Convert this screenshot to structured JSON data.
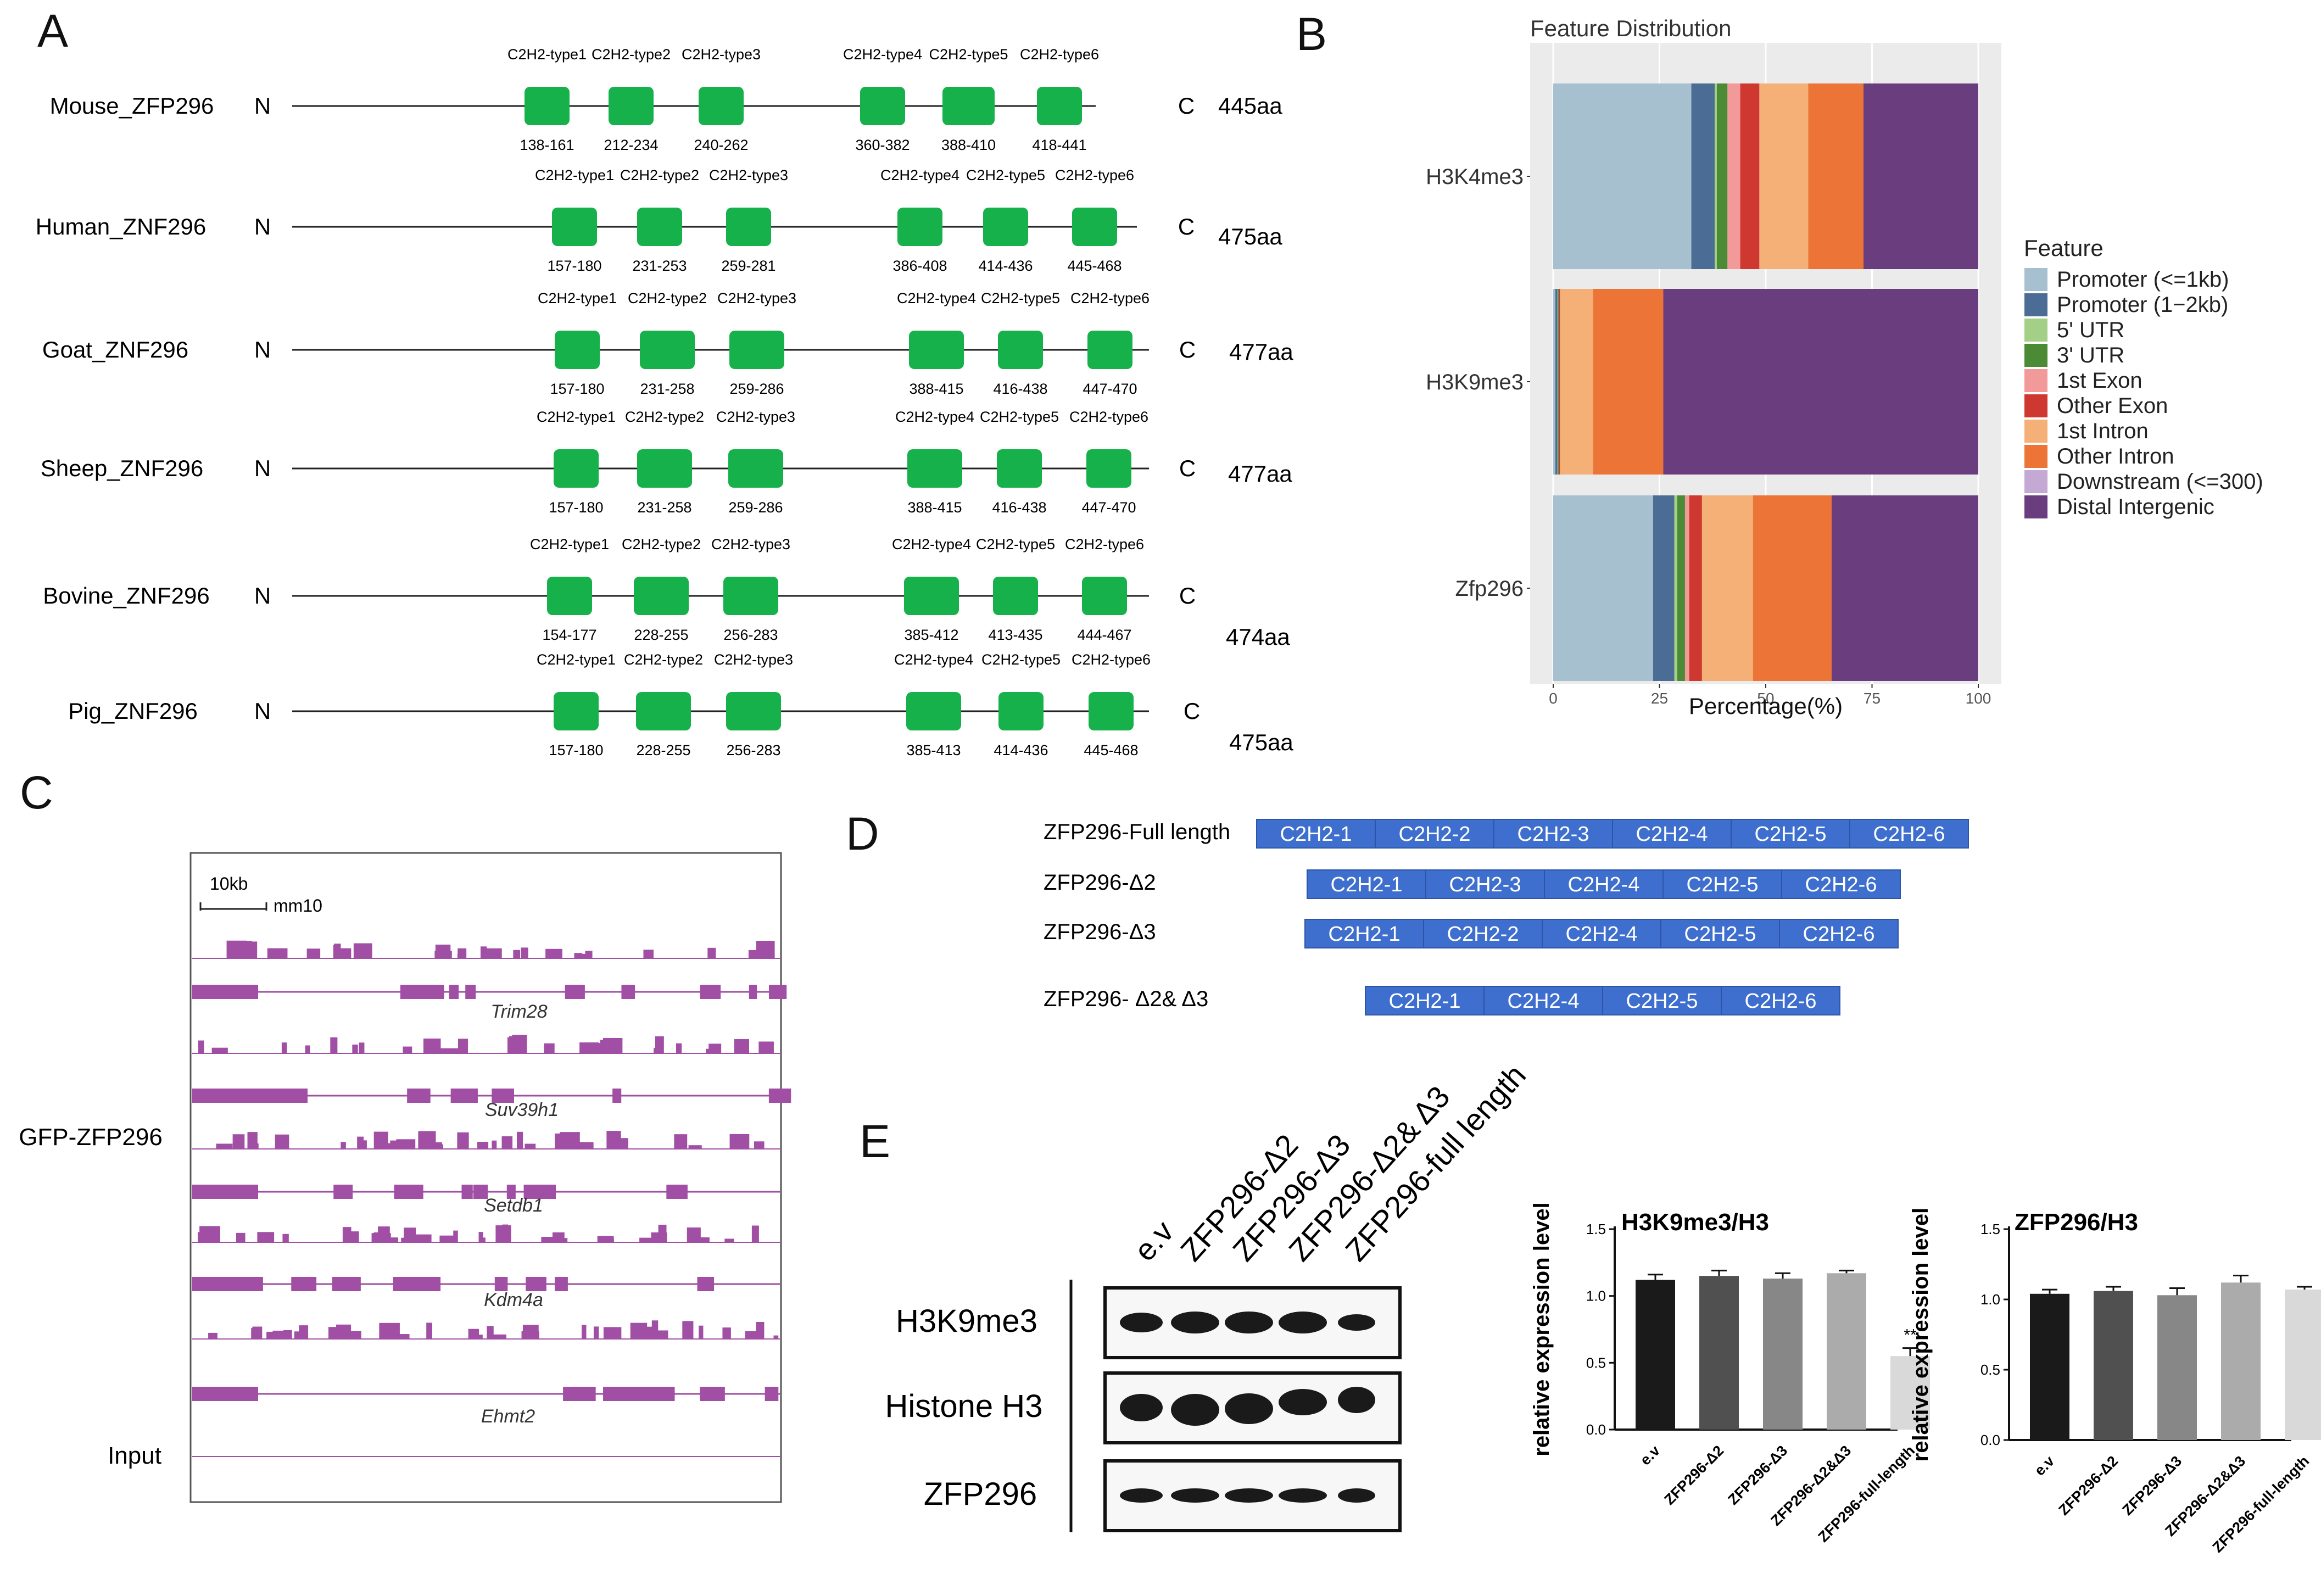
{
  "panels": {
    "A": "A",
    "B": "B",
    "C": "C",
    "D": "D",
    "E": "E"
  },
  "panelA": {
    "n_label": "N",
    "c_label": "C",
    "rows": [
      {
        "name": "Mouse_ZFP296",
        "length": "445aa",
        "domain_labels": [
          "C2H2-type1",
          "C2H2-type2",
          "C2H2-type3",
          "C2H2-type4",
          "C2H2-type5",
          "C2H2-type6"
        ],
        "ranges": [
          "138-161",
          "212-234",
          "240-262",
          "360-382",
          "388-410",
          "418-441"
        ]
      },
      {
        "name": "Human_ZNF296",
        "length": "475aa",
        "domain_labels": [
          "C2H2-type1",
          "C2H2-type2",
          "C2H2-type3",
          "C2H2-type4",
          "C2H2-type5",
          "C2H2-type6"
        ],
        "ranges": [
          "157-180",
          "231-253",
          "259-281",
          "386-408",
          "414-436",
          "445-468"
        ]
      },
      {
        "name": "Goat_ZNF296",
        "length": "477aa",
        "domain_labels": [
          "C2H2-type1",
          "C2H2-type2",
          "C2H2-type3",
          "C2H2-type4",
          "C2H2-type5",
          "C2H2-type6"
        ],
        "ranges": [
          "157-180",
          "231-258",
          "259-286",
          "388-415",
          "416-438",
          "447-470"
        ]
      },
      {
        "name": "Sheep_ZNF296",
        "length": "477aa",
        "domain_labels": [
          "C2H2-type1",
          "C2H2-type2",
          "C2H2-type3",
          "C2H2-type4",
          "C2H2-type5",
          "C2H2-type6"
        ],
        "ranges": [
          "157-180",
          "231-258",
          "259-286",
          "388-415",
          "416-438",
          "447-470"
        ]
      },
      {
        "name": "Bovine_ZNF296",
        "length": "474aa",
        "domain_labels": [
          "C2H2-type1",
          "C2H2-type2",
          "C2H2-type3",
          "C2H2-type4",
          "C2H2-type5",
          "C2H2-type6"
        ],
        "ranges": [
          "154-177",
          "228-255",
          "256-283",
          "385-412",
          "413-435",
          "444-467"
        ]
      },
      {
        "name": "Pig_ZNF296",
        "length": "475aa",
        "domain_labels": [
          "C2H2-type1",
          "C2H2-type2",
          "C2H2-type3",
          "C2H2-type4",
          "C2H2-type5",
          "C2H2-type6"
        ],
        "ranges": [
          "157-180",
          "228-255",
          "256-283",
          "385-413",
          "414-436",
          "445-468"
        ]
      }
    ],
    "domain_color": "#16b14b"
  },
  "chart_data": [
    {
      "type": "bar",
      "orientation": "horizontal-stacked",
      "title": "Feature Distribution",
      "xlabel": "Percentage(%)",
      "ylabel": "",
      "xlim": [
        0,
        100
      ],
      "xticks": [
        "0",
        "25",
        "50",
        "75",
        "100"
      ],
      "categories": [
        "H3K4me3",
        "H3K9me3",
        "Zfp296"
      ],
      "legend_title": "Feature",
      "legend_position": "right",
      "series": [
        {
          "name": "Promoter (<=1kb)",
          "color": "#a7c0cf",
          "values": [
            32.5,
            0.5,
            23.5
          ]
        },
        {
          "name": "Promoter (1−2kb)",
          "color": "#4b6d95",
          "values": [
            5.5,
            0.5,
            5.0
          ]
        },
        {
          "name": "5' UTR",
          "color": "#a4cf86",
          "values": [
            0.5,
            0.1,
            0.7
          ]
        },
        {
          "name": "3' UTR",
          "color": "#4b8b35",
          "values": [
            2.5,
            0.2,
            1.8
          ]
        },
        {
          "name": "1st Exon",
          "color": "#f29999",
          "values": [
            3.0,
            0.1,
            1.0
          ]
        },
        {
          "name": "Other Exon",
          "color": "#cf3731",
          "values": [
            4.5,
            0.2,
            3.0
          ]
        },
        {
          "name": "1st Intron",
          "color": "#f4b077",
          "values": [
            11.5,
            7.8,
            12.0
          ]
        },
        {
          "name": "Other Intron",
          "color": "#eb7436",
          "values": [
            13.0,
            16.5,
            18.5
          ]
        },
        {
          "name": "Downstream (<=300)",
          "color": "#c4a9d4",
          "values": [
            0.0,
            0.0,
            0.0
          ]
        },
        {
          "name": "Distal Intergenic",
          "color": "#6a3d7f",
          "values": [
            27.0,
            74.1,
            34.5
          ]
        }
      ],
      "grid": true
    },
    {
      "type": "bar",
      "title": "H3K9me3/H3",
      "ylabel": "relative expression level",
      "categories": [
        "e.v",
        "ZFP296-Δ2",
        "ZFP296-Δ3",
        "ZFP296-Δ2&Δ3",
        "ZFP296-full-length"
      ],
      "values": [
        1.12,
        1.15,
        1.13,
        1.17,
        0.55
      ],
      "errors": [
        0.04,
        0.04,
        0.04,
        0.02,
        0.06
      ],
      "colors": [
        "#1a1a1a",
        "#505050",
        "#878787",
        "#ababab",
        "#d9d9d9"
      ],
      "annotation": "**",
      "ylim": [
        0,
        1.5
      ],
      "yticks": [
        "0.0",
        "0.5",
        "1.0",
        "1.5"
      ]
    },
    {
      "type": "bar",
      "title": "ZFP296/H3",
      "ylabel": "relative expression level",
      "categories": [
        "e.v",
        "ZFP296-Δ2",
        "ZFP296-Δ3",
        "ZFP296-Δ2&Δ3",
        "ZFP296-full-length"
      ],
      "values": [
        1.04,
        1.06,
        1.03,
        1.12,
        1.07
      ],
      "errors": [
        0.03,
        0.03,
        0.05,
        0.05,
        0.02
      ],
      "colors": [
        "#1a1a1a",
        "#505050",
        "#878787",
        "#ababab",
        "#d9d9d9"
      ],
      "ylim": [
        0,
        1.5
      ],
      "yticks": [
        "0.0",
        "0.5",
        "1.0",
        "1.5"
      ]
    }
  ],
  "panelC": {
    "scale_label": "10kb",
    "genome": "mm10",
    "sample_label": "GFP-ZFP296",
    "input_label": "Input",
    "genes": [
      "Trim28",
      "Suv39h1",
      "Setdb1",
      "Kdm4a",
      "Ehmt2"
    ],
    "track_color": "#a04fa4"
  },
  "panelD": {
    "rows": [
      {
        "name": "ZFP296-Full length",
        "domains": [
          "C2H2-1",
          "C2H2-2",
          "C2H2-3",
          "C2H2-4",
          "C2H2-5",
          "C2H2-6"
        ]
      },
      {
        "name": "ZFP296-Δ2",
        "domains": [
          "C2H2-1",
          "C2H2-3",
          "C2H2-4",
          "C2H2-5",
          "C2H2-6"
        ]
      },
      {
        "name": "ZFP296-Δ3",
        "domains": [
          "C2H2-1",
          "C2H2-2",
          "C2H2-4",
          "C2H2-5",
          "C2H2-6"
        ]
      },
      {
        "name": "ZFP296- Δ2& Δ3",
        "domains": [
          "C2H2-1",
          "C2H2-4",
          "C2H2-5",
          "C2H2-6"
        ]
      }
    ],
    "box_color": "#3f6fce"
  },
  "panelE": {
    "lanes": [
      "e.v",
      "ZFP296-Δ2",
      "ZFP296-Δ3",
      "ZFP296-Δ2& Δ3",
      "ZFP296-full length"
    ],
    "blots": [
      "H3K9me3",
      "Histone H3",
      "ZFP296"
    ]
  }
}
